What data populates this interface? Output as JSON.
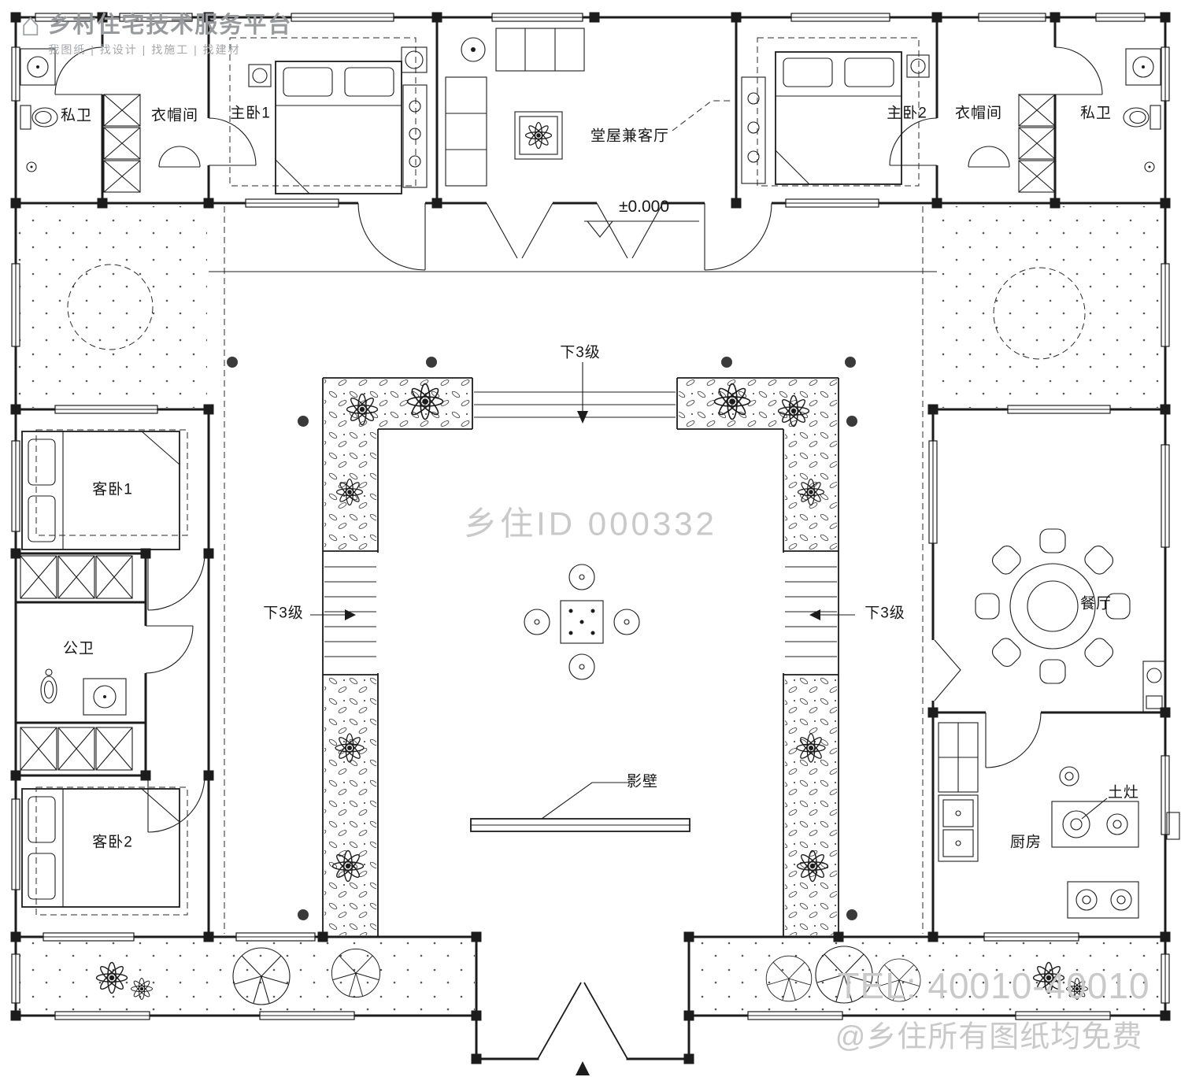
{
  "brand": {
    "icon": "⌂",
    "name": "乡村住宅技术服务平台",
    "tagline": "我图纸 | 找设计 | 找施工 | 找建材"
  },
  "rooms": {
    "bath_left": "私卫",
    "cloak_left": "衣帽间",
    "master1": "主卧1",
    "hall": "堂屋兼客厅",
    "master2": "主卧2",
    "cloak_right": "衣帽间",
    "bath_right": "私卫",
    "guest1": "客卧1",
    "public_bath": "公卫",
    "guest2": "客卧2",
    "dining": "餐厅",
    "kitchen": "厨房",
    "stove": "土灶"
  },
  "annotations": {
    "elevation": "±0.000",
    "steps_top": "下3级",
    "steps_left": "下3级",
    "steps_right": "下3级",
    "screen_wall": "影壁"
  },
  "watermarks": {
    "center": "乡住ID 000332",
    "tel": "TEL: 40010-40010",
    "free": "@乡住所有图纸均免费"
  },
  "colors": {
    "line": "#1c1c1c",
    "watermark": "#c9c9c9",
    "brand_gray": "#98999b"
  }
}
